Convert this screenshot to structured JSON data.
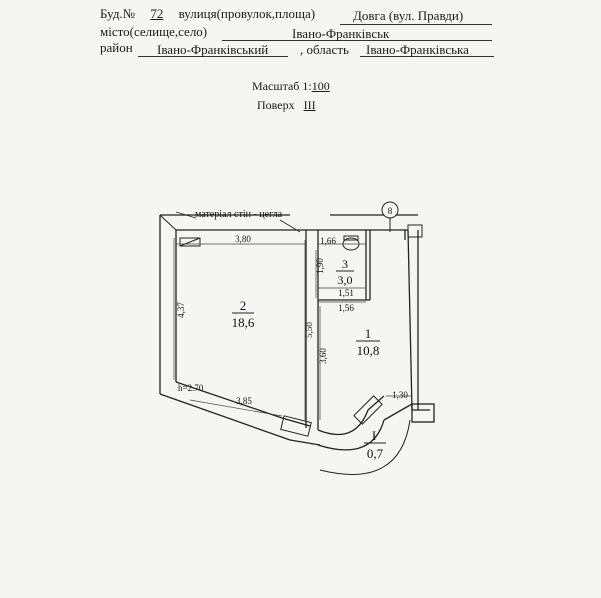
{
  "header": {
    "building_label": "Буд.№",
    "building_number": "72",
    "street_label": "вулиця(провулок,площа)",
    "street_value": "Довга (вул. Правди)",
    "city_label": "місто(селище,село)",
    "city_value": "Івано-Франківськ",
    "district_label": "район",
    "district_value": "Івано-Франківський",
    "region_label": ", область",
    "region_value": "Івано-Франківська"
  },
  "plan_meta": {
    "scale_label": "Масштаб 1:",
    "scale_value": "100",
    "floor_label": "Поверх",
    "floor_value": "III"
  },
  "plan": {
    "wall_material": "матеріал стін - цегла",
    "axis_marker": "8",
    "height_label": "h=2.70",
    "rooms": [
      {
        "number": "2",
        "area": "18,6"
      },
      {
        "number": "3",
        "area": "3,0"
      },
      {
        "number": "1",
        "area": "10,8"
      },
      {
        "number": "I",
        "area": "0,7"
      }
    ],
    "dims": {
      "room2_top": "3,80",
      "room2_left": "4,37",
      "room2_bottom": "3,85",
      "room3_top": "1,66",
      "room3_left": "1,90",
      "room3_inner": "1,51",
      "room3_bottom": "1,56",
      "partition_upper": "5,50",
      "partition_lower": "3,60",
      "room1_bottom": "1,30"
    }
  }
}
